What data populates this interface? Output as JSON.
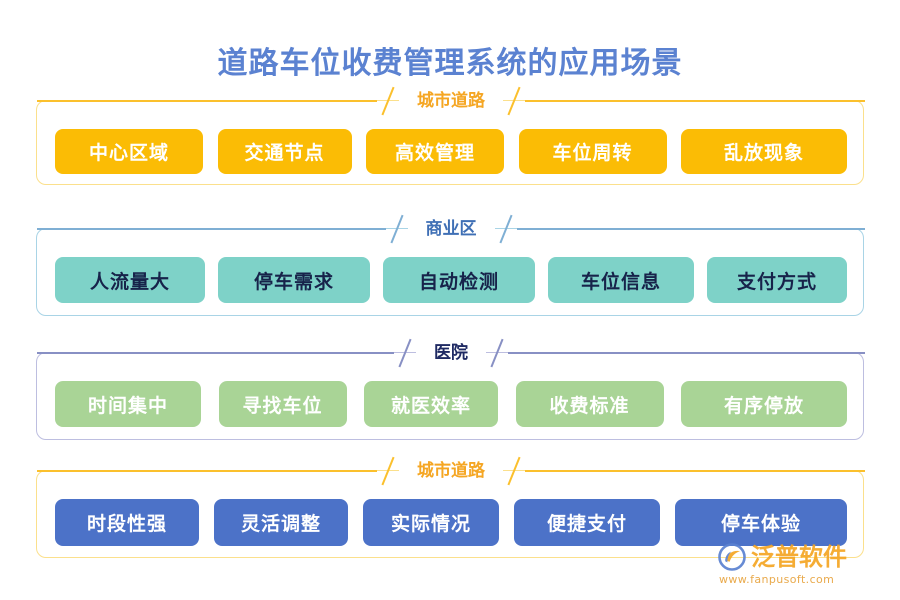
{
  "title": "道路车位收费管理系统的应用场景",
  "sections": [
    {
      "id": "urban-road-top",
      "header": "城市道路",
      "accent": "#FBBC05",
      "border_color": "#FBE08C",
      "chip_bg": "#FBBC05",
      "chip_text_color": "#FFFFFF",
      "chips": [
        "中心区域",
        "交通节点",
        "高效管理",
        "车位周转",
        "乱放现象"
      ]
    },
    {
      "id": "commercial-district",
      "header": "商业区",
      "accent": "#3F6FB5",
      "border_color": "#A9D4E6",
      "chip_bg": "#7ED2C8",
      "chip_text_color": "#17234A",
      "chips": [
        "人流量大",
        "停车需求",
        "自动检测",
        "车位信息",
        "支付方式"
      ]
    },
    {
      "id": "hospital",
      "header": "医院",
      "accent": "#1F2A63",
      "border_color": "#BDBEE0",
      "chip_bg": "#A9D496",
      "chip_text_color": "#FFFFFF",
      "chips": [
        "时间集中",
        "寻找车位",
        "就医效率",
        "收费标准",
        "有序停放"
      ]
    },
    {
      "id": "urban-road-bottom",
      "header": "城市道路",
      "accent": "#F5A623",
      "border_color": "#FBE08C",
      "chip_bg": "#4C72C8",
      "chip_text_color": "#FFFFFF",
      "chips": [
        "时段性强",
        "灵活调整",
        "实际情况",
        "便捷支付",
        "停车体验"
      ]
    }
  ],
  "logo": {
    "name": "泛普软件",
    "url": "www.fanpusoft.com",
    "mark_icon": "fanpu-swoosh-icon",
    "brand_color": "#F5A623",
    "mark_color": "#5B82D1"
  },
  "theme": {
    "title_color": "#5B82D1",
    "background": "#FFFFFF"
  }
}
